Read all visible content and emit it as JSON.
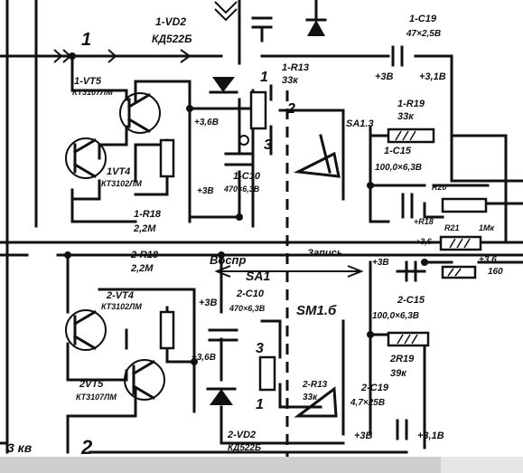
{
  "diagram": {
    "nodes": {
      "n1": "1",
      "n2": "2",
      "n3": "3",
      "bottom_left": "3 кв"
    },
    "labels": {
      "vd2_top_ref": "1-VD2",
      "vd2_top_type": "КД522Б",
      "vt5_top_ref": "1-VT5",
      "vt5_top_type": "КТ3107ЛМ",
      "vt4_top_ref": "1VT4",
      "vt4_top_type": "КТ3102ЛМ",
      "r18_top_ref": "1-R18",
      "r18_top_val": "2,2М",
      "r19_top_ref": "1-R19",
      "r19_top_val": "33к",
      "c19_top_ref": "1-С19",
      "c19_top_val": "47×2,5В",
      "c19_plus": "+3,1В",
      "c19_minus": "+3В",
      "r13_ref": "1-R13",
      "r13_val": "33к",
      "r13_pin2": "2",
      "sa13": "SA1.3",
      "c10_top_ref": "1-С10",
      "c10_top_val": "470×6,3В",
      "c10_top_volt": "+3,6В",
      "c10_top_bottom": "+3В",
      "c15_top_ref": "1-С15",
      "c15_top_val": "100,0×6,3В",
      "r_right_a": "R20",
      "r_right_b": "R21",
      "r_right_c": "1Мк",
      "rail_voltage": "+3,6",
      "r18_node": "+R18",
      "r18b_ref": "2-R18",
      "r18b_val": "2,2М",
      "vosp": "Воспр",
      "zapis": "Запись",
      "sa1": "SA1",
      "vt4_bot_ref": "2-VT4",
      "vt4_bot_type": "КТ3102ЛМ",
      "vt5_bot_ref": "2VT5",
      "vt5_bot_type": "КТ3107ЛМ",
      "c10_bot_ref": "2-С10",
      "c10_bot_val": "470×6,3В",
      "c10_bot_volt": "+3В",
      "c10_bot_lower": "+3,6В",
      "sm1b": "SM1.б",
      "c15_bot_ref": "2-С15",
      "c15_bot_val": "100,0×6,3В",
      "r19_bot_ref": "2R19",
      "r19_bot_val": "39к",
      "c19_bot_ref": "2-С19",
      "c19_bot_val": "4,7×25В",
      "c19_bot_plus": "+3,1В",
      "c19_bot_minus": "+3В",
      "r13_bot_ref": "2-R13",
      "r13_bot_val": "33к",
      "vd2_bot_ref": "2-VD2",
      "vd2_bot_type": "КД522Б",
      "rb_volt_a": "+3В",
      "rb_volt_b": "+3,6",
      "rb_val": "160"
    }
  }
}
